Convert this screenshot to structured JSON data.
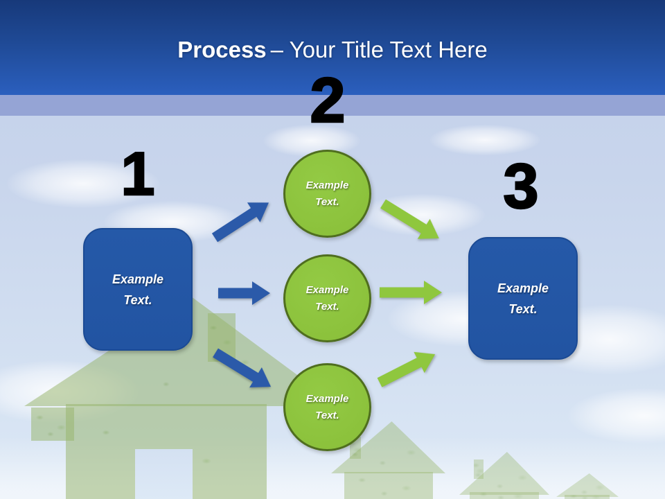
{
  "title": {
    "bold_part": "Process",
    "regular_part": "– Your Title Text Here"
  },
  "numbers": [
    "1",
    "2",
    "3"
  ],
  "left_box": {
    "line1": "Example",
    "line2": "Text."
  },
  "right_box": {
    "line1": "Example",
    "line2": "Text."
  },
  "circles": [
    {
      "line1": "Example",
      "line2": "Text."
    },
    {
      "line1": "Example",
      "line2": "Text."
    },
    {
      "line1": "Example",
      "line2": "Text."
    }
  ],
  "colors": {
    "header_gradient_top": "#17397a",
    "header_gradient_bottom": "#2b5fbe",
    "accent_band": "#95a4d5",
    "box_fill": "#2254a2",
    "box_border": "#1b4a94",
    "circle_fill": "#8cc23c",
    "circle_border": "#4f6e1f",
    "arrow_blue": "#2b5aa9",
    "arrow_green": "#8fc73e",
    "title_text": "#ffffff",
    "number_text": "#000000",
    "shape_text": "#ffffff"
  }
}
